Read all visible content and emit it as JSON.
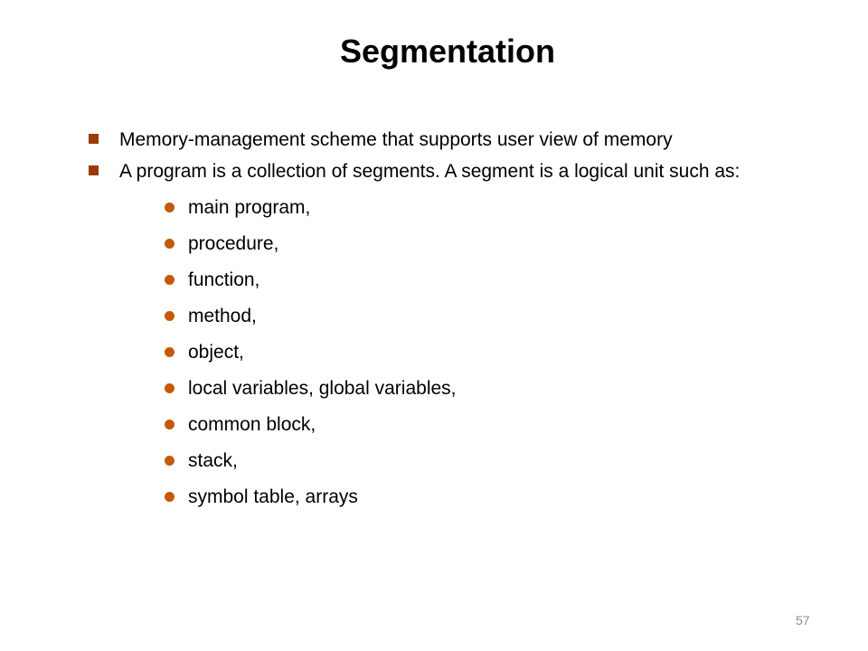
{
  "slide": {
    "title": "Segmentation",
    "bullets": [
      "Memory-management scheme that supports user view of memory",
      "A program is a collection of segments.  A segment is a logical unit such as:"
    ],
    "sub_bullets": [
      "main program,",
      "procedure,",
      "function,",
      "method,",
      "object,",
      "local variables, global variables,",
      "common block,",
      "stack,",
      "symbol table, arrays"
    ],
    "page_number": "57"
  },
  "colors": {
    "square_bullet": "#9c3a05",
    "round_bullet": "#c45a0a",
    "page_number": "#8c8c8c"
  },
  "icons": {
    "level1": "square-bullet-icon",
    "level2": "round-bullet-icon"
  }
}
